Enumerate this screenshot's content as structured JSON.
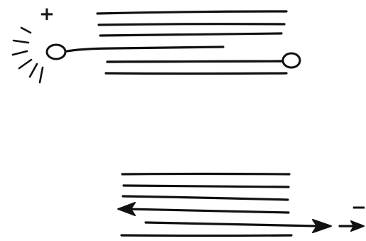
{
  "diagram": {
    "top_panel": {
      "terminal_sign": "+",
      "description_items": [
        "glowing-terminal",
        "wire",
        "right-terminal",
        "plate-lines"
      ]
    },
    "bottom_panel": {
      "edge_sign": "−"
    }
  },
  "colors": {
    "ink": "#111111",
    "background": "#ffffff"
  },
  "icons": [
    "glow-rays-icon",
    "terminal-circle-icon",
    "arrow-left-icon",
    "arrow-right-icon"
  ]
}
